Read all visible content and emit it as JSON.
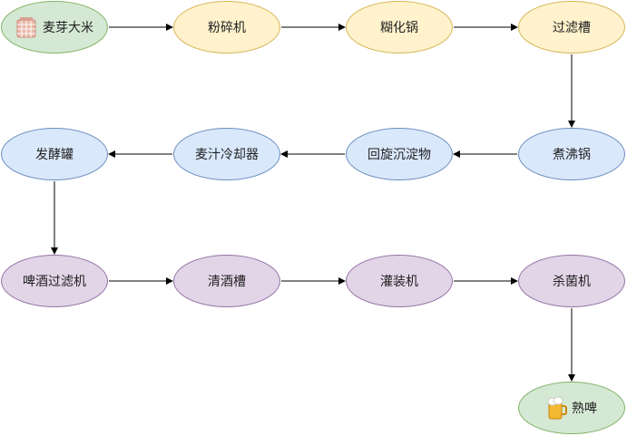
{
  "nodes": {
    "malt_rice": "麦芽大米",
    "crusher": "粉碎机",
    "mash_pot": "糊化锅",
    "lauter_tank": "过滤槽",
    "boil_kettle": "煮沸锅",
    "whirlpool": "回旋沉淀物",
    "wort_cooler": "麦汁冷却器",
    "ferment_tank": "发酵罐",
    "beer_filter": "啤酒过滤机",
    "bright_tank": "清酒槽",
    "filler": "灌装机",
    "sterilizer": "杀菌机",
    "cooked_beer": "熟啤"
  },
  "icons": {
    "start": "grain-sack-icon",
    "end": "beer-mug-icon"
  },
  "colors": {
    "yellow_fill": "#fff2cc",
    "yellow_stroke": "#d6b656",
    "blue_fill": "#dae8fc",
    "blue_stroke": "#6c8ebf",
    "purple_fill": "#e1d5e7",
    "purple_stroke": "#9673a6",
    "green_fill": "#d5e8d4",
    "green_stroke": "#82b366"
  }
}
